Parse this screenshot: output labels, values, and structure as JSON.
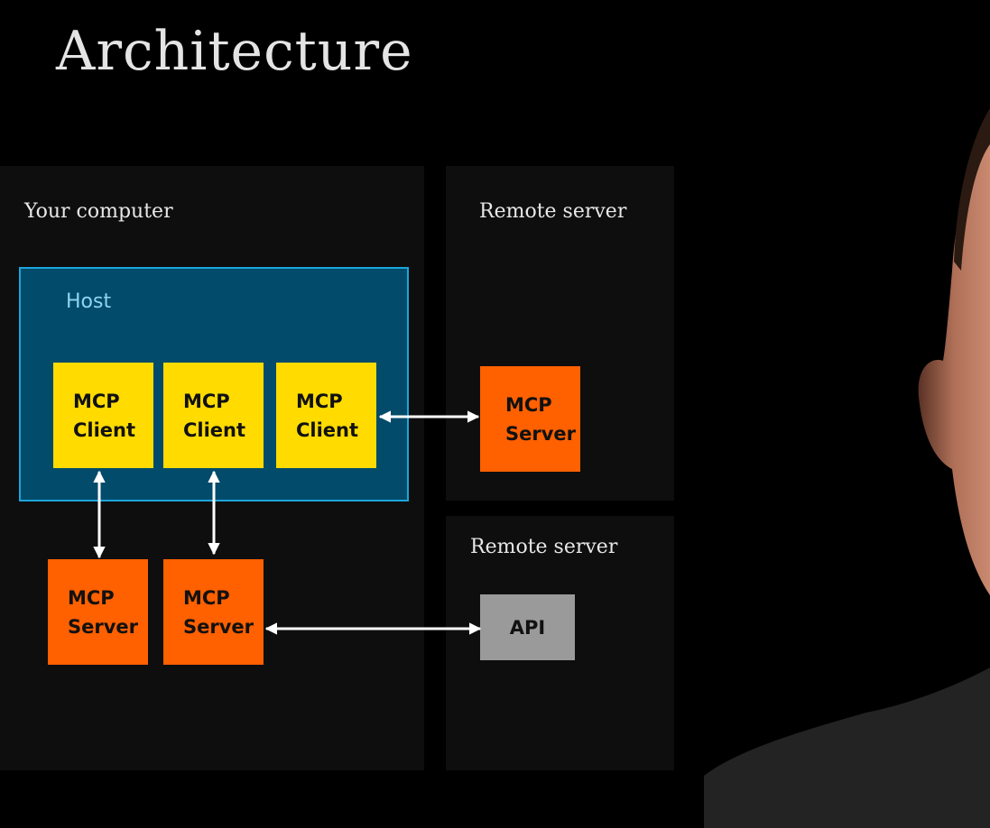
{
  "title": "Architecture",
  "your_computer": {
    "label": "Your computer",
    "host": {
      "label": "Host",
      "clients": [
        {
          "text": "MCP\nClient"
        },
        {
          "text": "MCP\nClient"
        },
        {
          "text": "MCP\nClient"
        }
      ]
    },
    "local_servers": [
      {
        "text": "MCP\nServer"
      },
      {
        "text": "MCP\nServer"
      }
    ]
  },
  "remote_server_1": {
    "label": "Remote server",
    "server": {
      "text": "MCP\nServer"
    }
  },
  "remote_server_2": {
    "label": "Remote server",
    "api": {
      "text": "API"
    }
  },
  "colors": {
    "background": "#000000",
    "panel": "#0e0e0e",
    "host_fill": "#024b6a",
    "host_border": "#1ca6db",
    "client": "#ffdb00",
    "server": "#ff6000",
    "api": "#9a9a9a",
    "arrow": "#ffffff"
  }
}
